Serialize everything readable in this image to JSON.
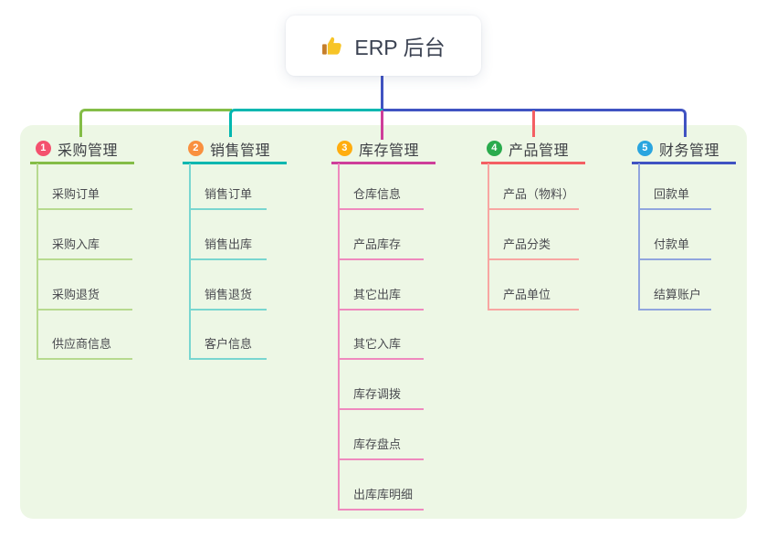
{
  "root": {
    "label": "ERP 后台",
    "icon": "thumbs-up"
  },
  "branches": [
    {
      "badge": "1",
      "title": "采购管理",
      "color": "#84bd47",
      "child_color": "#b7da8f",
      "badge_color": "#f4516e",
      "children": [
        "采购订单",
        "采购入库",
        "采购退货",
        "供应商信息"
      ]
    },
    {
      "badge": "2",
      "title": "销售管理",
      "color": "#00b7b0",
      "child_color": "#79d6d0",
      "badge_color": "#f9903f",
      "children": [
        "销售订单",
        "销售出库",
        "销售退货",
        "客户信息"
      ]
    },
    {
      "badge": "3",
      "title": "库存管理",
      "color": "#ce3e9a",
      "child_color": "#ef89be",
      "badge_color": "#ffad0f",
      "children": [
        "仓库信息",
        "产品库存",
        "其它出库",
        "其它入库",
        "库存调拨",
        "库存盘点",
        "出库库明细"
      ]
    },
    {
      "badge": "4",
      "title": "产品管理",
      "color": "#f45f63",
      "child_color": "#f8a6a2",
      "badge_color": "#2aab4d",
      "children": [
        "产品（物料）",
        "产品分类",
        "产品单位"
      ]
    },
    {
      "badge": "5",
      "title": "财务管理",
      "color": "#4053c2",
      "child_color": "#91a5de",
      "badge_color": "#2aa5df",
      "children": [
        "回款单",
        "付款单",
        "结算账户"
      ]
    }
  ],
  "colors": {
    "canvas_bg": "#ffffff",
    "panel_bg": "#edf7e5",
    "root_line": "#4053c2",
    "root_text": "#3b4252",
    "title_text": "#3e4045",
    "child_text": "#4a4b50",
    "thumb_hand": "#f7c427",
    "thumb_cuff": "#c57d2a"
  }
}
